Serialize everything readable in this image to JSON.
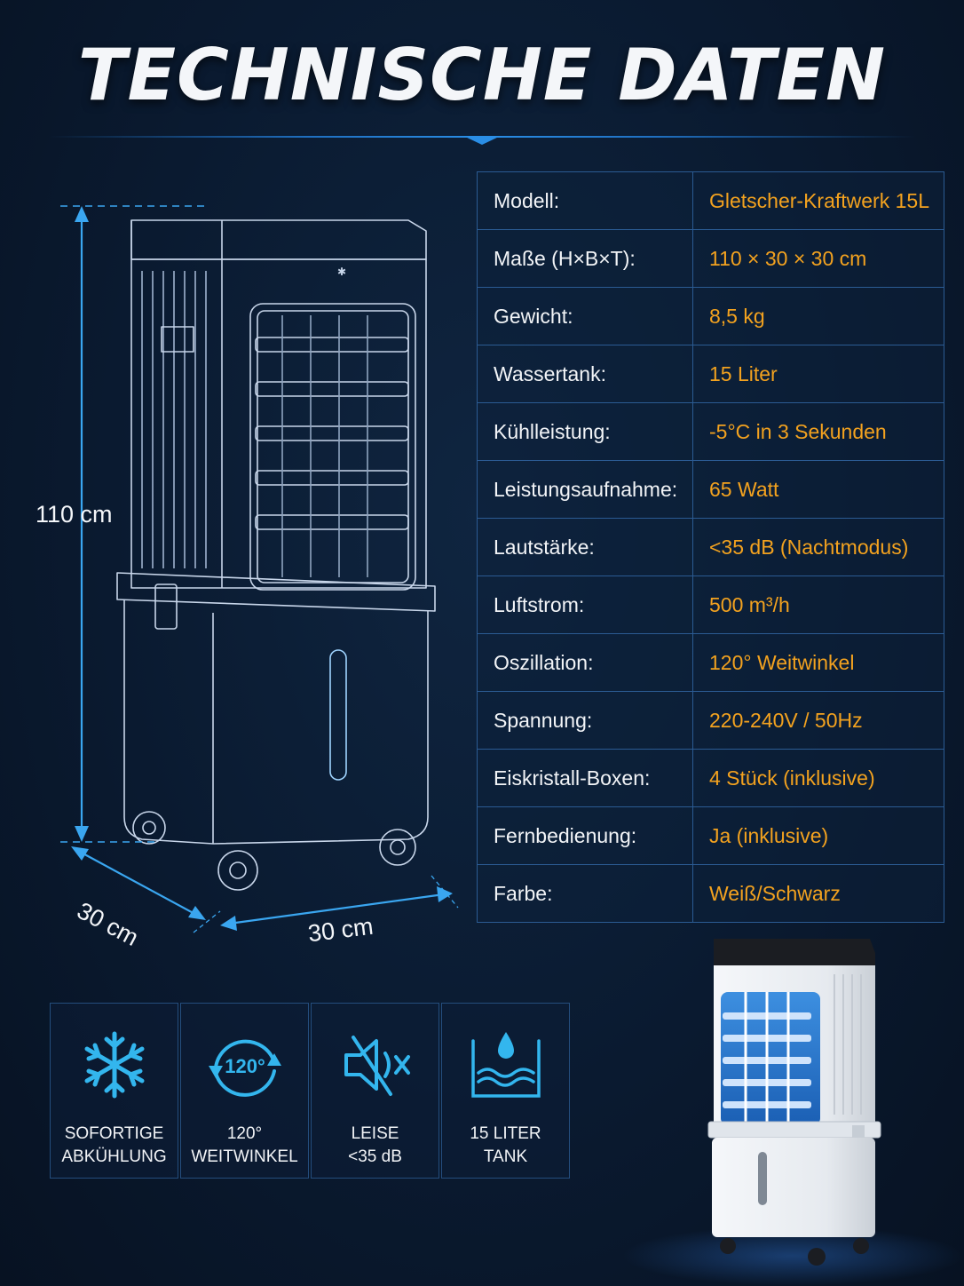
{
  "title": "TECHNISCHE DATEN",
  "colors": {
    "accent": "#2a8ee6",
    "value": "#f3a21f",
    "line": "#2b5b93"
  },
  "dimensions": {
    "height_label": "110 cm",
    "depth_label": "30 cm",
    "width_label": "30 cm"
  },
  "specs": [
    {
      "key": "Modell:",
      "value": "Gletscher-Kraftwerk 15L"
    },
    {
      "key": "Maße (H×B×T):",
      "value": "110 × 30 × 30 cm"
    },
    {
      "key": "Gewicht:",
      "value": "8,5 kg"
    },
    {
      "key": "Wassertank:",
      "value": "15 Liter"
    },
    {
      "key": "Kühlleistung:",
      "value": "-5°C in 3 Sekunden"
    },
    {
      "key": "Leistungsaufnahme:",
      "value": "65 Watt"
    },
    {
      "key": "Lautstärke:",
      "value": "<35 dB (Nachtmodus)"
    },
    {
      "key": "Luftstrom:",
      "value": "500 m³/h"
    },
    {
      "key": "Oszillation:",
      "value": "120° Weitwinkel"
    },
    {
      "key": "Spannung:",
      "value": "220-240V / 50Hz"
    },
    {
      "key": "Eiskristall-Boxen:",
      "value": "4 Stück (inklusive)"
    },
    {
      "key": "Fernbedienung:",
      "value": "Ja (inklusive)"
    },
    {
      "key": "Farbe:",
      "value": "Weiß/Schwarz"
    }
  ],
  "features": [
    {
      "icon": "snowflake-icon",
      "label": "SOFORTIGE\nABKÜHLUNG"
    },
    {
      "icon": "oscillation-120-icon",
      "icon_text": "120°",
      "label": "120°\nWEITWINKEL"
    },
    {
      "icon": "speaker-mute-icon",
      "label": "LEISE\n<35 dB"
    },
    {
      "icon": "water-tank-icon",
      "label": "15 LITER\nTANK"
    }
  ]
}
